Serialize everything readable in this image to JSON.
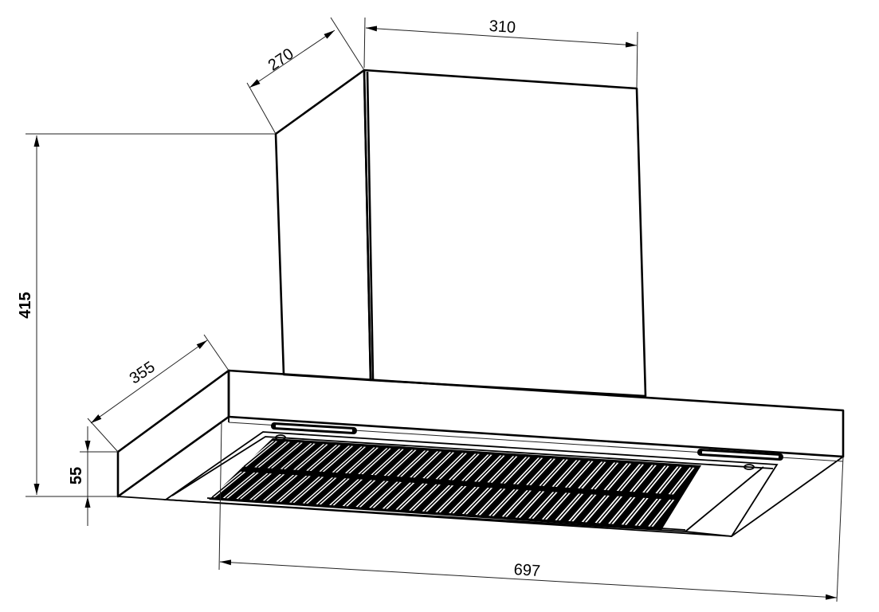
{
  "diagram": {
    "subject": "Range hood technical dimension drawing",
    "colors": {
      "line": "#000000",
      "background": "#ffffff"
    },
    "dimensions": {
      "chimney_depth": {
        "value": "270"
      },
      "chimney_width": {
        "value": "310"
      },
      "total_height": {
        "value": "415"
      },
      "canopy_depth": {
        "value": "355"
      },
      "canopy_height": {
        "value": "55"
      },
      "canopy_width": {
        "value": "697"
      }
    }
  }
}
